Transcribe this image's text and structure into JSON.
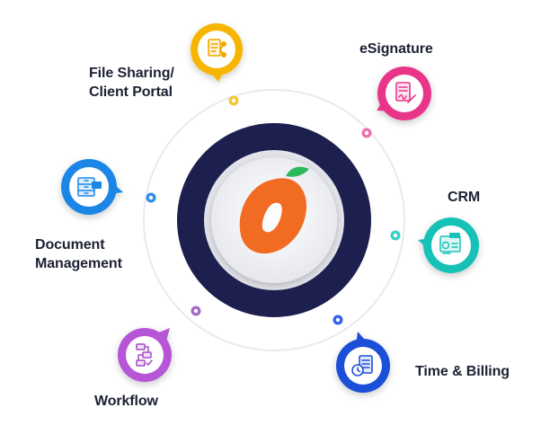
{
  "center_logo": {
    "name": "orange-logo",
    "colors": {
      "ring": "#1d1f4f",
      "fruit": "#f26b22",
      "leaf": "#2eb85c"
    }
  },
  "modules": [
    {
      "id": "file-sharing",
      "lines": [
        "File Sharing/",
        "Client Portal"
      ],
      "icon": "document-share-icon",
      "color": "#f7b500",
      "dot": "#f7c433"
    },
    {
      "id": "esignature",
      "lines": [
        "eSignature"
      ],
      "icon": "signature-document-icon",
      "color": "#e8358a",
      "dot": "#ef6fb0"
    },
    {
      "id": "crm",
      "lines": [
        "CRM"
      ],
      "icon": "crm-board-icon",
      "color": "#17c2b6",
      "dot": "#3ccfc4"
    },
    {
      "id": "time-billing",
      "lines": [
        "Time & Billing"
      ],
      "icon": "timer-invoice-icon",
      "color": "#1e4fd8",
      "dot": "#2e64e8"
    },
    {
      "id": "workflow",
      "lines": [
        "Workflow"
      ],
      "icon": "workflow-checklist-icon",
      "color": "#b657d6",
      "dot": "#a46cc8"
    },
    {
      "id": "document-management",
      "lines": [
        "Document",
        "Management"
      ],
      "icon": "file-drawer-icon",
      "color": "#1b86e6",
      "dot": "#2e8de9"
    }
  ]
}
